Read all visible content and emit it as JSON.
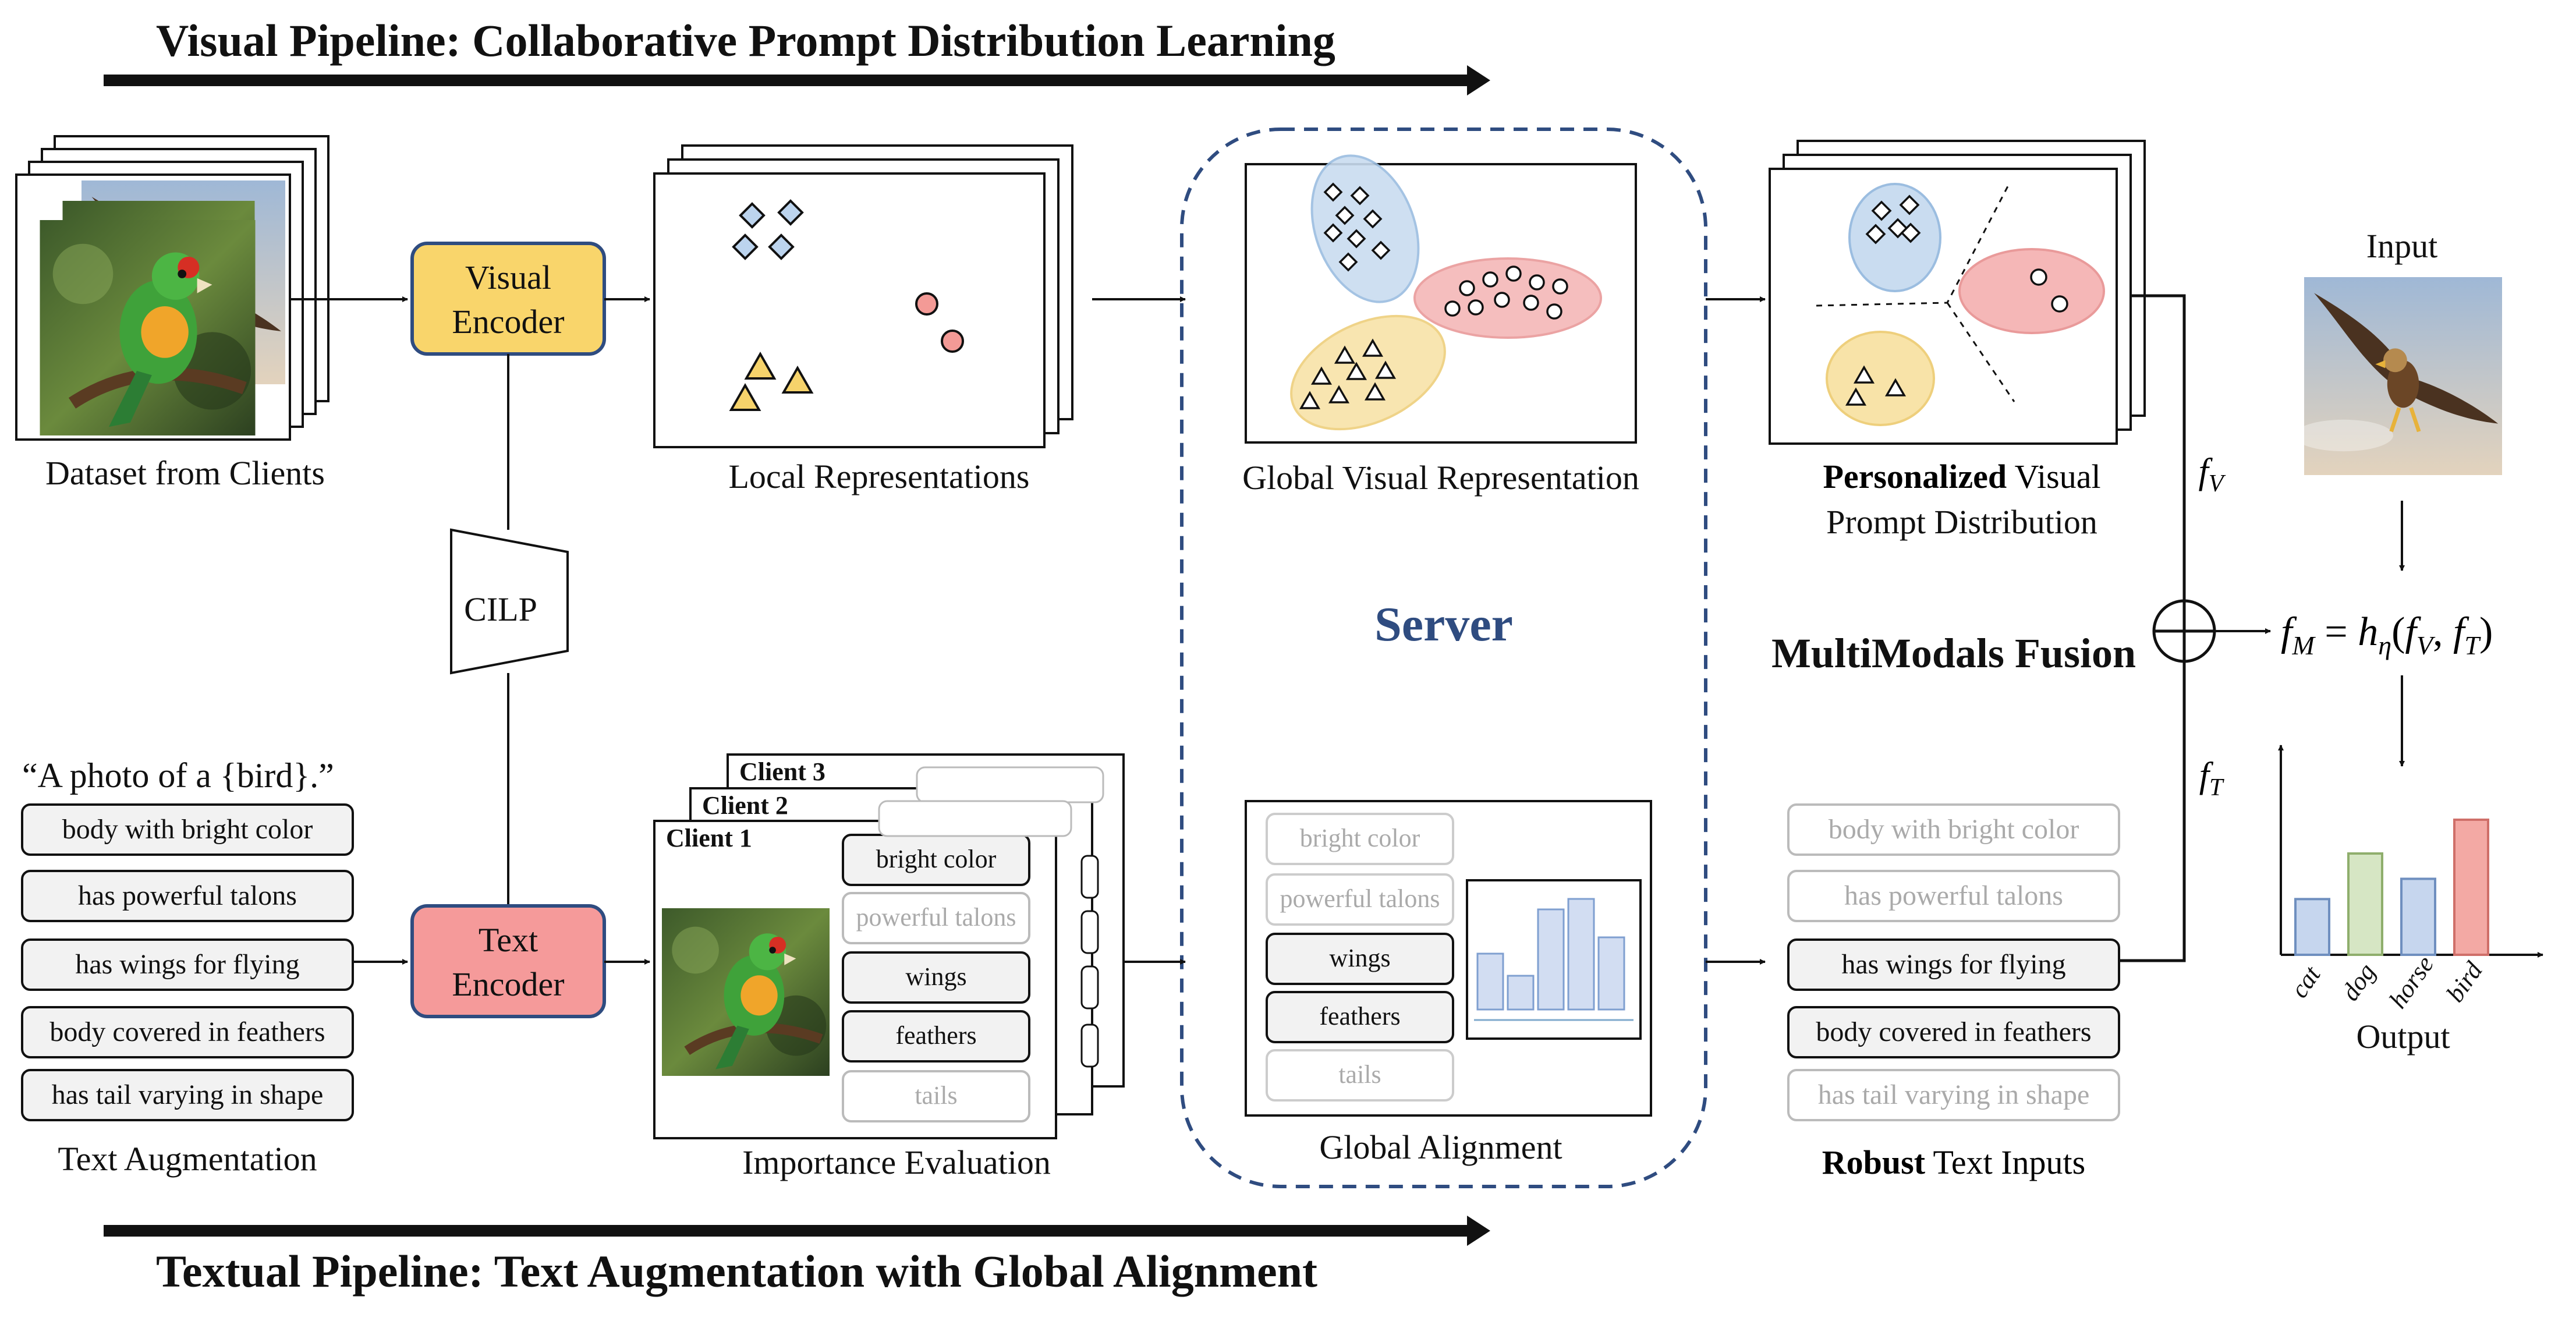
{
  "visual_pipeline": {
    "title": "Visual Pipeline: Collaborative Prompt Distribution Learning",
    "dataset_label": "Dataset from Clients",
    "visual_encoder": [
      "Visual",
      "Encoder"
    ],
    "local_repr_label": "Local Representations",
    "global_visual_label": "Global Visual Representation",
    "personalized_label_bold": "Personalized",
    "personalized_label_rest": " Visual",
    "personalized_label_line2": "Prompt Distribution"
  },
  "cilp_label": "CILP",
  "server_label": "Server",
  "fusion": {
    "label": "MultiModals Fusion",
    "fv": "f",
    "fv_sub": "V",
    "ft": "f",
    "ft_sub": "T",
    "formula": "f_M = h_η(f_V, f_T)"
  },
  "input_label": "Input",
  "output_label": "Output",
  "output_chart": {
    "chart_data": {
      "type": "bar",
      "categories": [
        "cat",
        "dog",
        "horse",
        "bird"
      ],
      "values": [
        0.33,
        0.6,
        0.45,
        0.8
      ],
      "colors": [
        "#c6d6ee",
        "#d6e6c4",
        "#c6d6ee",
        "#f3a9a4"
      ],
      "edge_colors": [
        "#6f8fbf",
        "#8fae6c",
        "#6f8fbf",
        "#cf6f69"
      ]
    }
  },
  "textual_pipeline": {
    "title": "Textual Pipeline: Text Augmentation with Global Alignment",
    "prompt": "“A photo of a {bird}.”",
    "augmentations": [
      "body with bright color",
      "has powerful talons",
      "has wings for flying",
      "body covered in feathers",
      "has tail varying in shape"
    ],
    "augmentation_label": "Text Augmentation",
    "text_encoder": [
      "Text",
      "Encoder"
    ],
    "clients": [
      "Client 3",
      "Client 2",
      "Client 1"
    ],
    "importance_items": [
      {
        "label": "bright color",
        "active": true
      },
      {
        "label": "powerful talons",
        "active": false
      },
      {
        "label": "wings",
        "active": true
      },
      {
        "label": "feathers",
        "active": true
      },
      {
        "label": "tails",
        "active": false
      }
    ],
    "importance_label": "Importance Evaluation",
    "alignment_items": [
      {
        "label": "bright color",
        "active": false
      },
      {
        "label": "powerful talons",
        "active": false
      },
      {
        "label": "wings",
        "active": true
      },
      {
        "label": "feathers",
        "active": true
      },
      {
        "label": "tails",
        "active": false
      }
    ],
    "alignment_label": "Global Alignment",
    "robust_items": [
      {
        "label": "body with bright color",
        "active": false
      },
      {
        "label": "has powerful talons",
        "active": false
      },
      {
        "label": "has wings for flying",
        "active": true
      },
      {
        "label": "body covered in feathers",
        "active": true
      },
      {
        "label": "has tail varying in shape",
        "active": false
      }
    ],
    "robust_label_bold": "Robust",
    "robust_label_rest": " Text Inputs"
  },
  "colors": {
    "visual_encoder_fill": "#f9d56b",
    "text_encoder_fill": "#f59a9a",
    "encoder_stroke": "#2f4c80",
    "server_stroke": "#2f4c80",
    "server_text": "#2f4c80",
    "blue_cluster": "#c9dcf0",
    "red_cluster": "#f5b7b7",
    "yellow_cluster": "#f8e3a8",
    "pill_fill": "#f2f2f2",
    "pill_inactive_text": "#aaaaaa"
  }
}
